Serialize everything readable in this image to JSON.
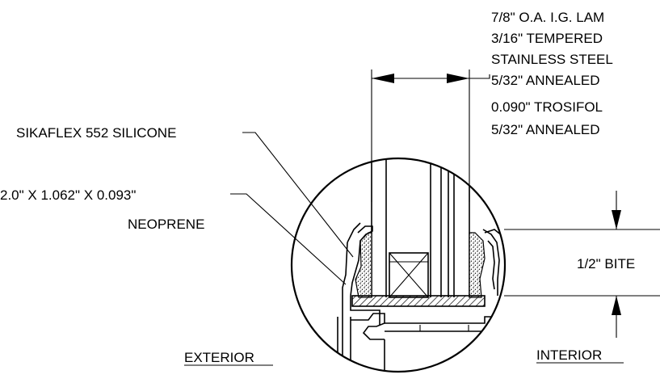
{
  "notes": [
    "7/8\" O.A. I.G. LAM",
    "3/16\" TEMPERED",
    "STAINLESS STEEL",
    "5/32\" ANNEALED",
    "0.090\" TROSIFOL",
    "5/32\" ANNEALED"
  ],
  "labels": {
    "silicone": "SIKAFLEX 552 SILICONE",
    "gasket_size": "2.0\" X 1.062\" X 0.093\"",
    "gasket_material": "NEOPRENE",
    "bite": "1/2\" BITE",
    "exterior": "EXTERIOR",
    "interior": "INTERIOR"
  }
}
